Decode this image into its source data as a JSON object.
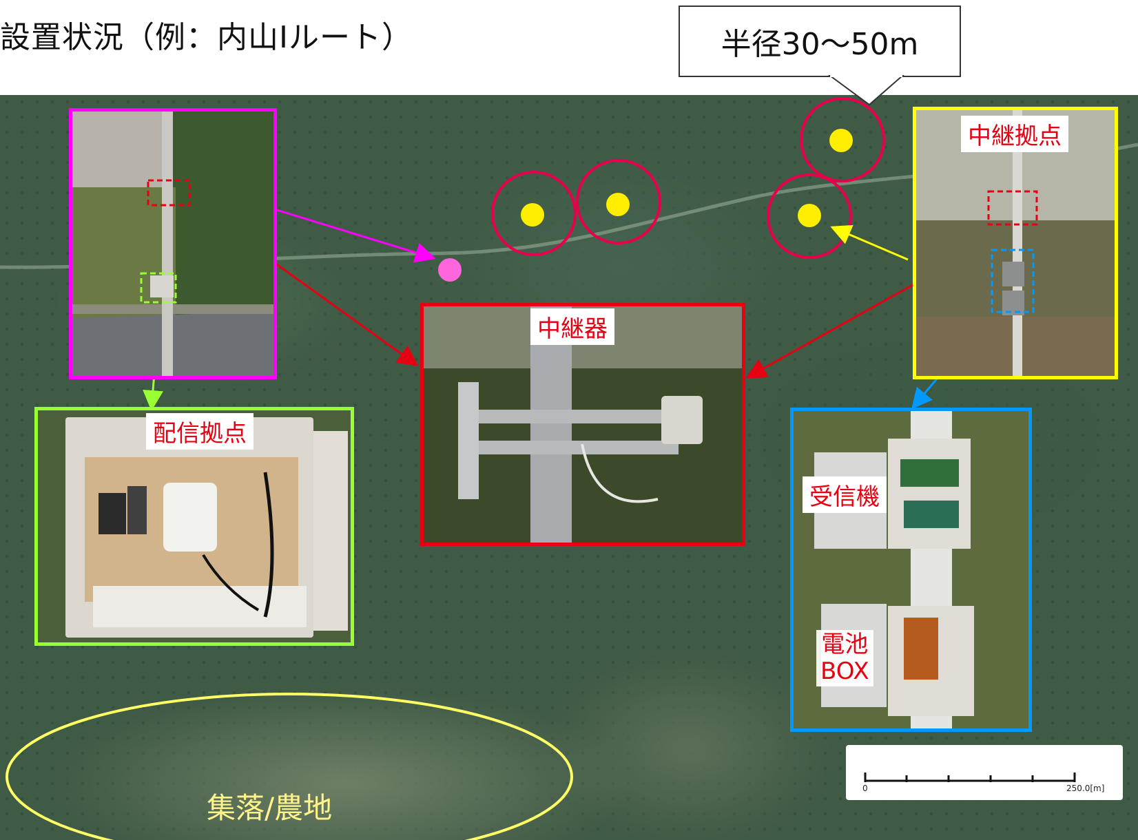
{
  "title": "設置状況（例：内山Ⅰルート）",
  "callout": "半径30～50m",
  "labels": {
    "distribution_base": "配信拠点",
    "repeater": "中継器",
    "relay_base": "中継拠点",
    "receiver": "受信機",
    "battery_line1": "電池",
    "battery_line2": "BOX"
  },
  "settlement": "集落/農地",
  "scale": {
    "min_label": "0",
    "max_label": "250.0[m]"
  },
  "colors": {
    "magenta": "#ff00ff",
    "red": "#e60012",
    "yellow": "#ffff00",
    "green": "#99ff33",
    "blue": "#0099ff",
    "crimson": "#e8004c",
    "marker": "#ffee00",
    "settlement_ellipse": "#ffff66"
  },
  "markers": [
    "yellow-dot",
    "yellow-dot",
    "yellow-dot",
    "yellow-dot",
    "pink-dot"
  ],
  "icons": [
    "arrow-magenta",
    "arrow-red",
    "arrow-yellow",
    "arrow-green",
    "arrow-blue"
  ]
}
